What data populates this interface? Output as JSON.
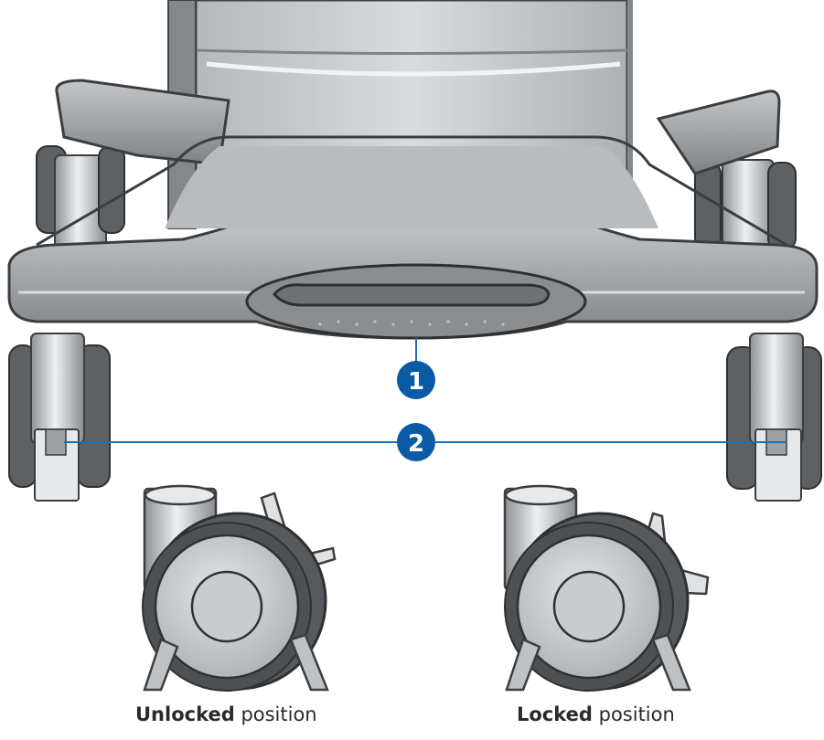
{
  "callouts": [
    {
      "number": "1"
    },
    {
      "number": "2"
    }
  ],
  "captions": {
    "unlocked": {
      "bold": "Unlocked",
      "rest": " position"
    },
    "locked": {
      "bold": "Locked",
      "rest": " position"
    }
  },
  "colors": {
    "callout_blue": "#0b5aa6",
    "leader_line": "#1f6fb2",
    "frame_gray": "#8d9194",
    "frame_light": "#d5d8da",
    "wheel_dark": "#565a5e",
    "wheel_hub": "#c9cccf"
  }
}
